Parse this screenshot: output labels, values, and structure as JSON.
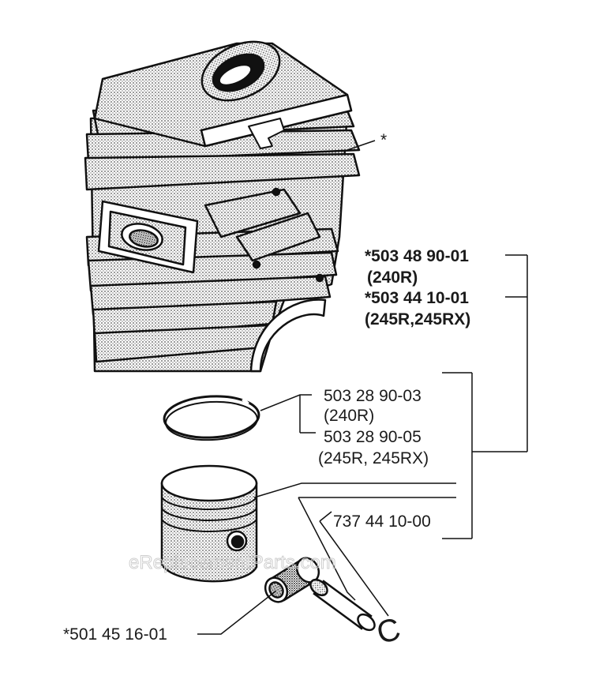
{
  "callouts": {
    "cylinder_star": "*",
    "cylinder_part_1": "*503 48 90-01",
    "cylinder_model_1": "(240R)",
    "cylinder_part_2": "*503 44 10-01",
    "cylinder_model_2": "(245R,245RX)",
    "ring_part_1": "503 28 90-03",
    "ring_model_1": "(240R)",
    "ring_part_2": "503 28 90-05",
    "ring_model_2": "(245R, 245RX)",
    "circlip_part": "737 44 10-00",
    "bearing_part": "*501 45 16-01",
    "circlip_glyph": "C"
  },
  "watermark": "eReplacementParts.com"
}
